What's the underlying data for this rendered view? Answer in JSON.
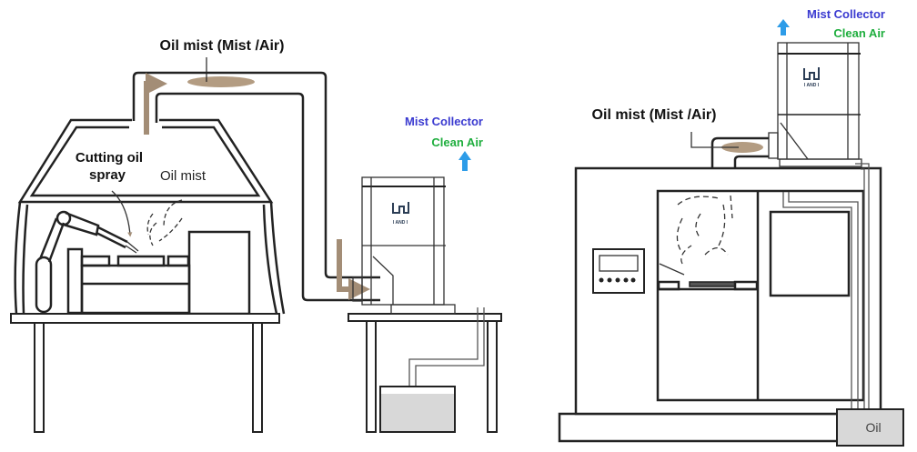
{
  "left_diagram": {
    "oil_mist_label": "Oil mist (Mist /Air)",
    "cutting_oil_label_line1": "Cutting oil",
    "cutting_oil_label_line2": "spray",
    "oil_mist_small_label": "Oil mist",
    "mist_collector_label": "Mist Collector",
    "clean_air_label": "Clean Air",
    "logo_text": "I AND I"
  },
  "right_diagram": {
    "oil_mist_label": "Oil mist (Mist /Air)",
    "mist_collector_label": "Mist Collector",
    "clean_air_label": "Clean Air",
    "logo_text": "I AND I",
    "oil_tank_label": "Oil"
  },
  "colors": {
    "mist_collector_text": "#3a3ad0",
    "clean_air_text": "#1fae3e",
    "flow_arrow": "#a38d76",
    "mist_cloud": "#b39c82",
    "clean_air_arrow": "#2d9ce8",
    "oil_fill": "#d8d8d8"
  }
}
